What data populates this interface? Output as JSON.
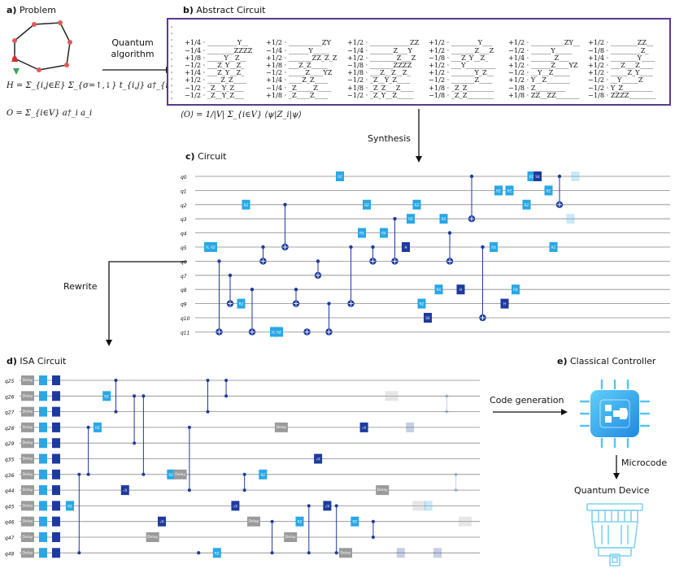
{
  "panels": {
    "a": {
      "letter": "a)",
      "title": "Problem"
    },
    "b": {
      "letter": "b)",
      "title": "Abstract Circuit"
    },
    "c": {
      "letter": "c)",
      "title": "Circuit"
    },
    "d": {
      "letter": "d)",
      "title": "ISA Circuit"
    },
    "e": {
      "letter": "e)",
      "title": "Classical Controller"
    }
  },
  "arrows": {
    "quantum_algorithm": [
      "Quantum",
      "algorithm"
    ],
    "synthesis": "Synthesis",
    "rewrite": "Rewrite",
    "code_generation": "Code generation",
    "microcode": "Microcode"
  },
  "device_label": "Quantum Device",
  "equations": {
    "hamiltonian": "H = Σ_{i,j∈E} Σ_{σ=↑,↓} t_{i,j} a†_{i,σ} a_{j,σ} + U Σ_{i∈V} n_{i,↑} n_{i,↓}",
    "observable": "O = Σ_{i∈V} a†_i a_i",
    "expectation": "⟨O⟩ = 1/|V| Σ_{i∈V} ⟨ψ|Z_i|ψ⟩"
  },
  "abstract_terms": [
    [
      "+1/4 · _________Y__",
      "−1/4 · ________ZZZZ",
      "+1/8 · _____Y__Z__",
      "−1/2 · ___Z_Y__Z_",
      "+1/4 · ___Z_Y__Z_",
      "+1/2 · ____Z_Z____",
      "−1/2 · _Z__Y_Z___",
      "−1/2 · _Z__Y_Z___"
    ],
    [
      "+1/2 · __________ZY",
      "−1/4 · ______Y_____",
      "+1/2 · _______ZZ_Z_Z",
      "+1/8 · ___Z_Z_____",
      "−1/2 · _____Z____YZ",
      "+1/4 · ____Z_Z____",
      "−1/4 · _Z_____Z____",
      "+1/8 · _Z____Z____"
    ],
    [
      "+1/2 · ____________ZZ",
      "−1/4 · _______Z___Y",
      "+1/2 · ________Z___Z",
      "−1/8 · _______ZZZZ",
      "+1/8 · ___Z__Z__Z_",
      "−1/2 · _Z__Y_Z____",
      "+1/8 · _Z_Z___Z____",
      "−1/2 · _Z_Y__Z_____"
    ],
    [
      "+1/2 · ________Y___",
      "+1/2 · _______Z___Z",
      "−1/8 · ___Z_Y__Z_",
      "+1/2 · ___Y_________",
      "+1/2 · _______Y_Z__",
      "−1/2 · _______Z____",
      "+1/8 · _Z_Z________",
      "−1/8 · _Z_Z________"
    ],
    [
      "+1/2 · __________ZY__",
      "−1/2 · ______Y_____",
      "+1/4 · _______Z___",
      "+1/2 · ______Z____YZ",
      "−1/2 · __Y__Z_____",
      "+1/2 · Y__Z_______",
      "−1/8 · Z_________",
      "+1/8 · ZZ__ZZ_______"
    ],
    [
      "+1/2 · ________ZZ__",
      "−1/8 · _________Z_",
      "+1/4 · ________Y____",
      "+1/2 · ___Z___Z____",
      "+1/2 · _____Z_Y____",
      "−1/2 · __Y_____Z",
      "−1/2 · Y_Z_________",
      "−1/8 · ZZZZ________"
    ]
  ],
  "circuit_c": {
    "qubit_labels": [
      "q0",
      "q1",
      "q2",
      "q3",
      "q4",
      "q5",
      "q6",
      "q7",
      "q8",
      "q9",
      "q10",
      "q11"
    ],
    "gate_labels": [
      "RZ",
      "H",
      "RX",
      "SX"
    ]
  },
  "isa_d": {
    "qubit_labels": [
      "q25",
      "q26",
      "q27",
      "q28",
      "q29",
      "q35",
      "q36",
      "q44",
      "q45",
      "q46",
      "q47",
      "q48"
    ],
    "gate_labels": [
      "Delay",
      "RZ",
      "√X"
    ]
  },
  "colors": {
    "wire": "#888888",
    "light_blue": "#29a7e6",
    "dark_blue": "#1d3a9e",
    "delay_gray": "#9a9a9a",
    "purple_border": "#5b3a8c",
    "controller_grad_start": "#4fc3f7",
    "controller_grad_end": "#1e88e5",
    "device_color": "#7fd3f0"
  }
}
